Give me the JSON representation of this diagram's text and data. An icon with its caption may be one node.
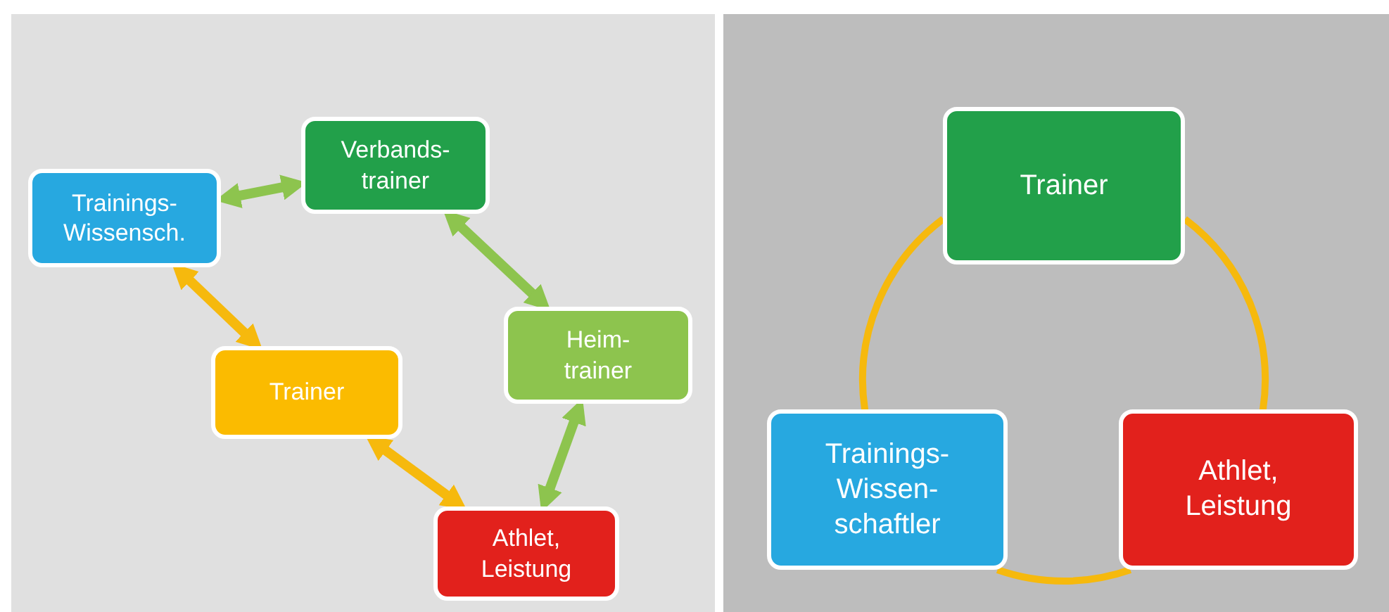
{
  "diagram": {
    "nodes": [
      {
        "text": [
          "Trainings- Wissensch."
        ]
      },
      {
        "text": [
          "Verbands- trainer"
        ]
      },
      {
        "text": [
          "Heim- trainer"
        ]
      },
      {
        "text": [
          "Trainer"
        ]
      },
      {
        "text": [
          "Athlet, Leistung"
        ]
      },
      {
        "text": [
          "Trainer"
        ]
      },
      {
        "text": [
          "Trainings- Wissen- schaftler"
        ]
      },
      {
        "text": [
          "Athlet, Leistung"
        ]
      }
    ],
    "edges": [
      {
        "from": 0,
        "to": 1,
        "arrow": "both",
        "color": "#8dc44e"
      },
      {
        "from": 1,
        "to": 2,
        "arrow": "both",
        "color": "#8dc44e"
      },
      {
        "from": 0,
        "to": 3,
        "arrow": "both"
      },
      {
        "from": 3,
        "to": 4,
        "arrow": "both"
      },
      {
        "from": 4,
        "to": 2,
        "arrow": "both",
        "color": "#8dc44e"
      },
      {
        "from": 5,
        "to": 6,
        "arrow": "none"
      },
      {
        "from": 5,
        "to": 7,
        "arrow": "none"
      },
      {
        "from": 6,
        "to": 7,
        "arrow": "none"
      }
    ]
  }
}
